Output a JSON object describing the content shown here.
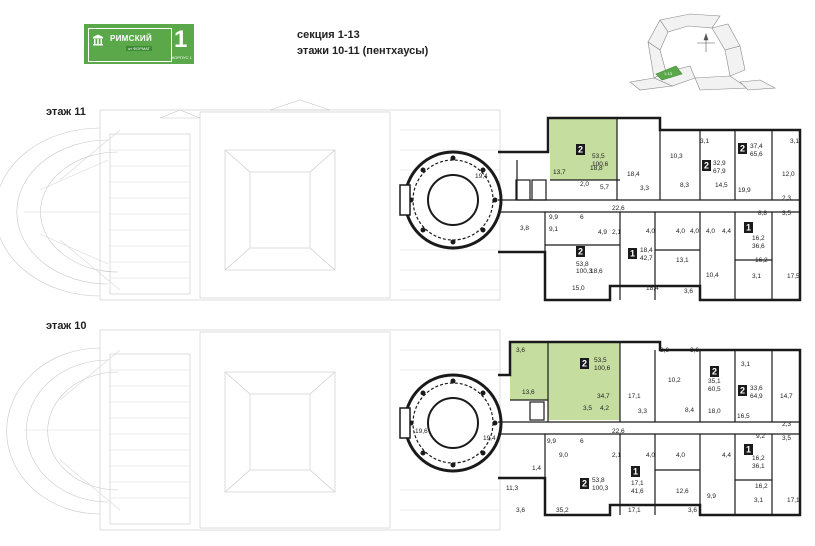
{
  "logo": {
    "brand": "РИМСКИЙ",
    "sub": "от ФОРМАТ",
    "korpus_num": "1",
    "korpus_label": "КОРПУС 1"
  },
  "heading": {
    "section": "секция 1-13",
    "floors": "этажи 10-11 (пентхаусы)"
  },
  "floors": {
    "f11": {
      "label": "этаж 11",
      "units": [
        {
          "rooms": "2",
          "area": "53,5",
          "total": "100,6",
          "highlighted": true
        },
        {
          "rooms": "2",
          "area": "32,9",
          "total": "67,9"
        },
        {
          "rooms": "2",
          "area": "37,4",
          "total": "65,6"
        },
        {
          "rooms": "2",
          "area": "53,8",
          "total": "100,3"
        },
        {
          "rooms": "1",
          "area": "18,4",
          "total": "42,7"
        },
        {
          "rooms": "1",
          "area": "16,2",
          "total": "36,6"
        }
      ],
      "areas": [
        "19,4",
        "13,7",
        "18,8",
        "5,7",
        "2,0",
        "18,4",
        "3,3",
        "10,3",
        "8,3",
        "14,5",
        "3,1",
        "3,1",
        "19,9",
        "12,0",
        "22,6",
        "9,9",
        "6",
        "9,1",
        "4,9",
        "2,1",
        "4,0",
        "4,0",
        "4,4",
        "4,0",
        "4,0",
        "2,3",
        "8,8",
        "3,5",
        "18,6",
        "15,0",
        "13,1",
        "18,4",
        "10,4",
        "3,6",
        "16,2",
        "3,1",
        "17,5",
        "3,8"
      ]
    },
    "f10": {
      "label": "этаж 10",
      "units": [
        {
          "rooms": "2",
          "area": "53,5",
          "total": "100,6",
          "highlighted": true
        },
        {
          "rooms": "2",
          "area": "35,1",
          "total": "60,5"
        },
        {
          "rooms": "2",
          "area": "33,6",
          "total": "64,9"
        },
        {
          "rooms": "2",
          "area": "53,8",
          "total": "100,3"
        },
        {
          "rooms": "1",
          "area": "17,1",
          "total": "41,6"
        },
        {
          "rooms": "1",
          "area": "16,2",
          "total": "36,1"
        }
      ],
      "areas": [
        "3,6",
        "13,6",
        "34,7",
        "17,1",
        "3,5",
        "4,2",
        "3,3",
        "10,2",
        "3,6",
        "3,6",
        "18,0",
        "16,5",
        "8,4",
        "3,1",
        "14,7",
        "19,6",
        "19,4",
        "22,6",
        "9,9",
        "6",
        "9,0",
        "2,1",
        "4,0",
        "4,0",
        "4,4",
        "9,2",
        "2,3",
        "3,5",
        "1,4",
        "11,3",
        "35,2",
        "12,6",
        "9,9",
        "16,2",
        "3,6",
        "17,1",
        "3,6",
        "3,1",
        "17,1"
      ]
    }
  },
  "key_plan": {
    "highlight_label": "1-13"
  },
  "colors": {
    "brand": "#5aa84a",
    "highlight": "#c5dea0",
    "wall": "#1a1a1a",
    "ghost": "#c8c8c8"
  }
}
